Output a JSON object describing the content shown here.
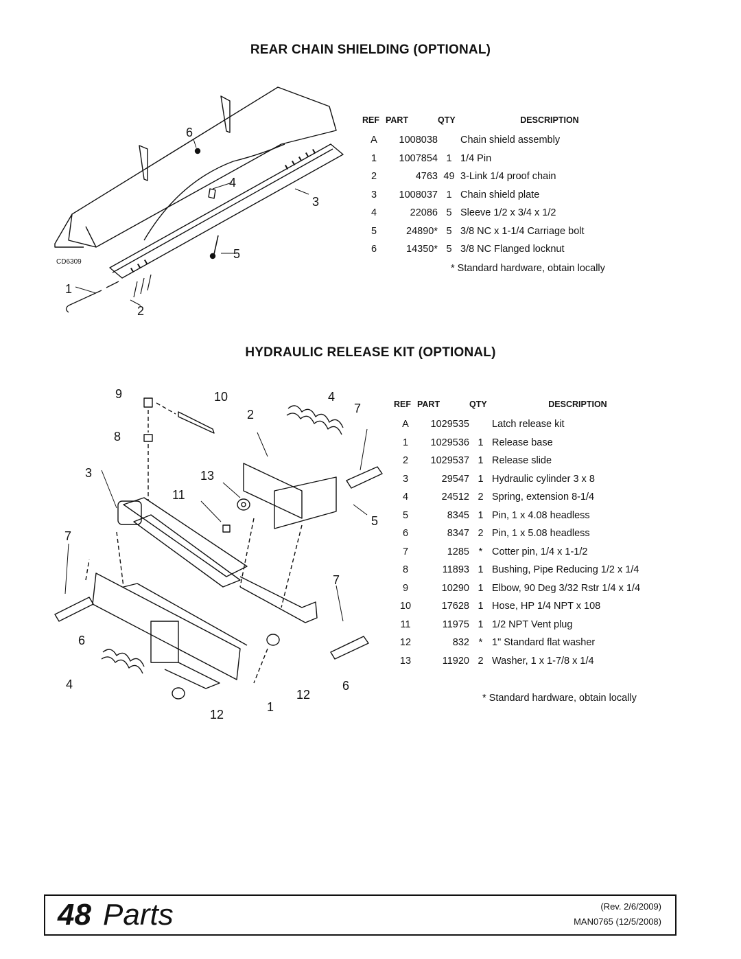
{
  "sections": [
    {
      "title": "REAR CHAIN SHIELDING (OPTIONAL)",
      "diagram_code": "CD6309",
      "callouts": [
        "6",
        "4",
        "3",
        "5",
        "1",
        "2"
      ],
      "headers": {
        "ref": "REF",
        "part": "PART",
        "qty": "QTY",
        "description": "DESCRIPTION"
      },
      "rows": [
        {
          "ref": "A",
          "part": "1008038",
          "qty": "",
          "description": "Chain shield assembly"
        },
        {
          "ref": "1",
          "part": "1007854",
          "qty": "1",
          "description": "1/4 Pin"
        },
        {
          "ref": "2",
          "part": "4763",
          "qty": "49",
          "description": "3-Link 1/4 proof chain"
        },
        {
          "ref": "3",
          "part": "1008037",
          "qty": "1",
          "description": "Chain shield plate"
        },
        {
          "ref": "4",
          "part": "22086",
          "qty": "5",
          "description": "Sleeve 1/2 x 3/4 x 1/2"
        },
        {
          "ref": "5",
          "part": "24890*",
          "qty": "5",
          "description": "3/8 NC x 1-1/4 Carriage bolt"
        },
        {
          "ref": "6",
          "part": "14350*",
          "qty": "5",
          "description": "3/8 NC Flanged locknut"
        }
      ],
      "note": "*   Standard hardware, obtain locally"
    },
    {
      "title": "HYDRAULIC RELEASE KIT (OPTIONAL)",
      "callouts": [
        "9",
        "10",
        "4",
        "2",
        "7",
        "8",
        "3",
        "13",
        "11",
        "5",
        "7",
        "7",
        "6",
        "4",
        "12",
        "6",
        "1",
        "12"
      ],
      "headers": {
        "ref": "REF",
        "part": "PART",
        "qty": "QTY",
        "description": "DESCRIPTION"
      },
      "rows": [
        {
          "ref": "A",
          "part": "1029535",
          "qty": "",
          "description": "Latch release kit"
        },
        {
          "ref": "1",
          "part": "1029536",
          "qty": "1",
          "description": "Release base"
        },
        {
          "ref": "2",
          "part": "1029537",
          "qty": "1",
          "description": "Release slide"
        },
        {
          "ref": "3",
          "part": "29547",
          "qty": "1",
          "description": "Hydraulic cylinder 3 x 8"
        },
        {
          "ref": "4",
          "part": "24512",
          "qty": "2",
          "description": "Spring, extension 8-1/4"
        },
        {
          "ref": "5",
          "part": "8345",
          "qty": "1",
          "description": "Pin, 1 x 4.08 headless"
        },
        {
          "ref": "6",
          "part": "8347",
          "qty": "2",
          "description": "Pin, 1 x 5.08 headless"
        },
        {
          "ref": "7",
          "part": "1285",
          "qty": "*",
          "description": "Cotter pin, 1/4 x 1-1/2"
        },
        {
          "ref": "8",
          "part": "11893",
          "qty": "1",
          "description": "Bushing, Pipe Reducing 1/2 x 1/4"
        },
        {
          "ref": "9",
          "part": "10290",
          "qty": "1",
          "description": "Elbow, 90 Deg 3/32 Rstr 1/4 x 1/4"
        },
        {
          "ref": "10",
          "part": "17628",
          "qty": "1",
          "description": "Hose, HP 1/4 NPT x 108"
        },
        {
          "ref": "11",
          "part": "11975",
          "qty": "1",
          "description": "1/2 NPT Vent plug"
        },
        {
          "ref": "12",
          "part": "832",
          "qty": "*",
          "description": "1\" Standard flat washer"
        },
        {
          "ref": "13",
          "part": "11920",
          "qty": "2",
          "description": "Washer, 1 x 1-7/8 x 1/4"
        }
      ],
      "note": "*   Standard hardware, obtain locally"
    }
  ],
  "footer": {
    "page_number": "48",
    "section_name": "Parts",
    "revision": "(Rev. 2/6/2009)",
    "manual": "MAN0765 (12/5/2008)"
  }
}
